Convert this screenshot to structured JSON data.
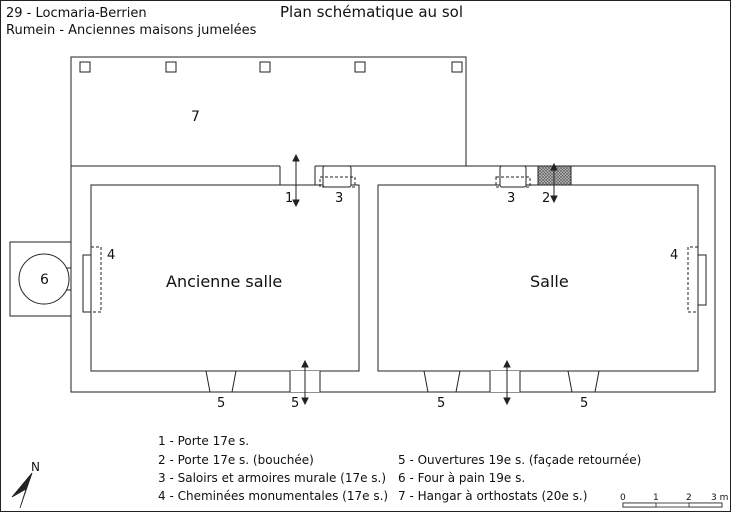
{
  "header": {
    "location": "29 - Locmaria-Berrien",
    "site": "Rumein - Anciennes maisons jumelées",
    "title": "Plan schématique au sol"
  },
  "rooms": {
    "left": "Ancienne salle",
    "right": "Salle"
  },
  "markers": {
    "m1": "1",
    "m2": "2",
    "m3_left": "3",
    "m3_right": "3",
    "m4_left": "4",
    "m4_right": "4",
    "m5_a": "5",
    "m5_b": "5",
    "m5_c": "5",
    "m5_d": "5",
    "m6": "6",
    "m7": "7"
  },
  "legend": {
    "col1": [
      "1 - Porte 17e s.",
      "2 - Porte 17e s. (bouchée)",
      "3 - Saloirs et armoires murale (17e s.)",
      "4 - Cheminées monumentales (17e s.)"
    ],
    "col2": [
      "5 - Ouvertures 19e s. (façade retournée)",
      "6 - Four à pain 19e s.",
      "7 - Hangar à orthostats (20e s.)"
    ]
  },
  "north_label": "N",
  "scale": {
    "ticks": [
      "0",
      "1",
      "2",
      "3 m"
    ]
  },
  "colors": {
    "stroke": "#222222",
    "background": "#ffffff",
    "hatch": "#555555"
  }
}
